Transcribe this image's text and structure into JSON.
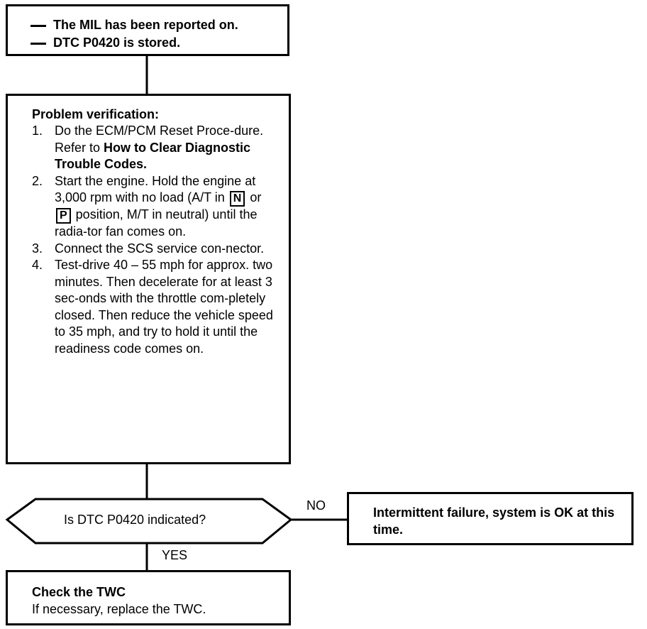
{
  "top_box": {
    "items": [
      "The MIL has been reported on.",
      "DTC P0420 is stored."
    ]
  },
  "verify_box": {
    "heading": "Problem verification:",
    "steps": [
      {
        "num": "1.",
        "pre": "Do the ECM/PCM Reset Proce-dure.",
        "refer_prefix": "Refer to ",
        "refer_bold": "How to Clear Diagnostic Trouble Codes."
      },
      {
        "num": "2.",
        "part1": "Start the engine. Hold the engine at 3,000 rpm with no load (A/T in ",
        "key_n": "N",
        "part2": " or ",
        "key_p": "P",
        "part3": " position, M/T in neutral) until the radia-tor fan comes on."
      },
      {
        "num": "3.",
        "text": "Connect the SCS service con-nector."
      },
      {
        "num": "4.",
        "text": "Test-drive 40 – 55 mph for approx. two minutes. Then decelerate for at least 3 sec-onds with the throttle com-pletely closed. Then reduce the vehicle speed to 35 mph, and try to hold it until the readiness code comes on."
      }
    ]
  },
  "decision": {
    "question": "Is DTC P0420 indicated?",
    "no_label": "NO",
    "yes_label": "YES"
  },
  "no_box": {
    "text": "Intermittent failure, system is OK at this time."
  },
  "twc_box": {
    "title": "Check the TWC",
    "text": "If necessary, replace the TWC."
  }
}
